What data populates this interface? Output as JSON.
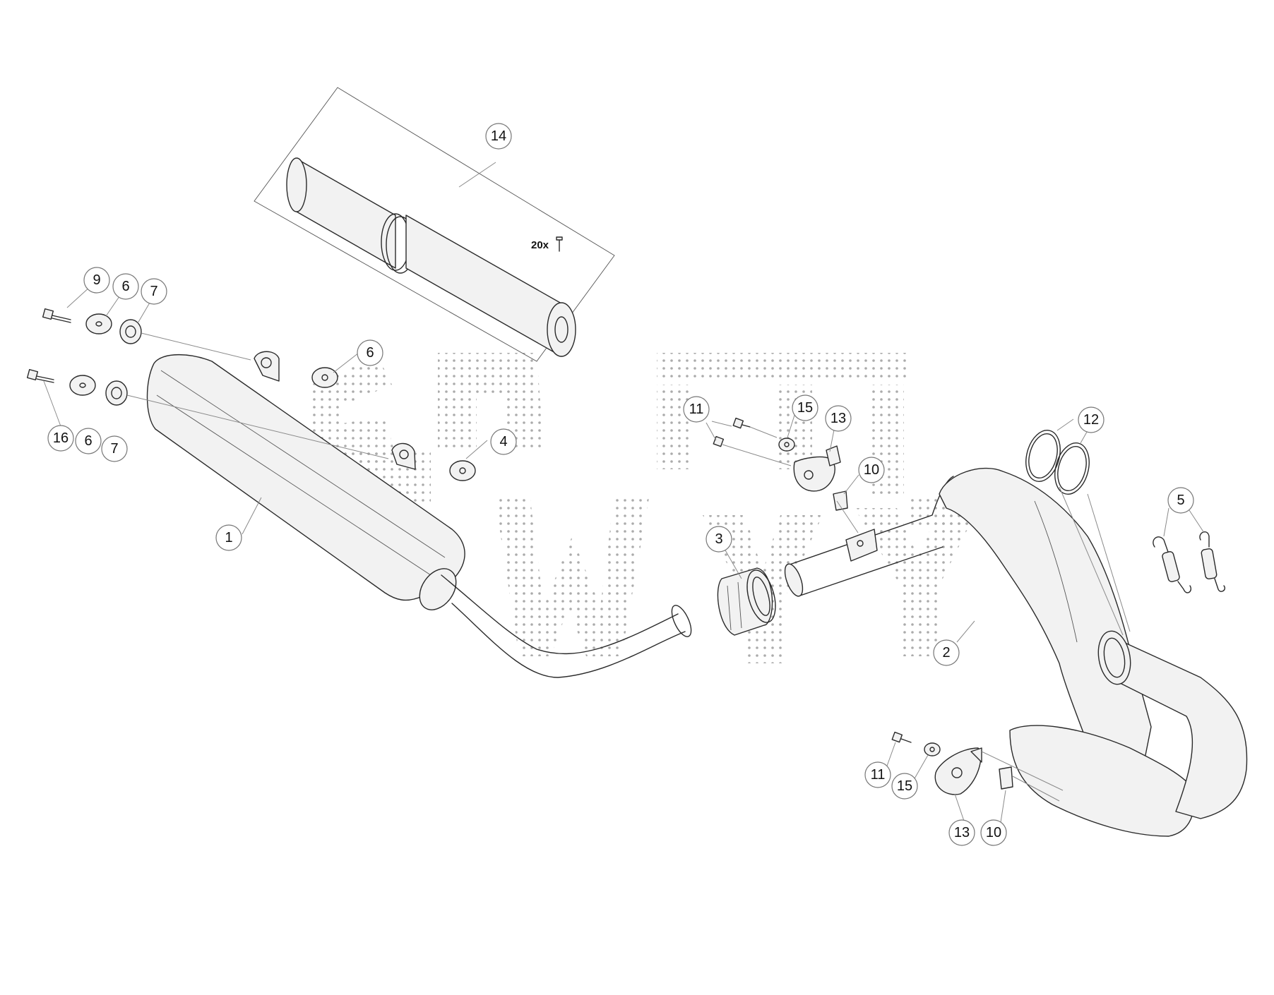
{
  "watermark": {
    "color": "#9a9a9a"
  },
  "kit_note": {
    "quantity_label": "20x",
    "icon": "rivet-icon"
  },
  "callouts": [
    {
      "id": "c1",
      "label": "1",
      "part": "silencer"
    },
    {
      "id": "c2",
      "label": "2",
      "part": "exhaust-pipe"
    },
    {
      "id": "c3",
      "label": "3",
      "part": "connector-sleeve"
    },
    {
      "id": "c4",
      "label": "4",
      "part": "washer"
    },
    {
      "id": "c5",
      "label": "5",
      "part": "tension-spring"
    },
    {
      "id": "c6a",
      "label": "6",
      "part": "washer"
    },
    {
      "id": "c6b",
      "label": "6",
      "part": "washer"
    },
    {
      "id": "c6c",
      "label": "6",
      "part": "washer"
    },
    {
      "id": "c7a",
      "label": "7",
      "part": "rubber-grommet"
    },
    {
      "id": "c7b",
      "label": "7",
      "part": "rubber-grommet"
    },
    {
      "id": "c9",
      "label": "9",
      "part": "bolt"
    },
    {
      "id": "c10a",
      "label": "10",
      "part": "speed-nut"
    },
    {
      "id": "c10b",
      "label": "10",
      "part": "speed-nut"
    },
    {
      "id": "c11a",
      "label": "11",
      "part": "bolt"
    },
    {
      "id": "c11b",
      "label": "11",
      "part": "bolt"
    },
    {
      "id": "c12",
      "label": "12",
      "part": "o-ring"
    },
    {
      "id": "c13a",
      "label": "13",
      "part": "bracket"
    },
    {
      "id": "c13b",
      "label": "13",
      "part": "bracket"
    },
    {
      "id": "c14",
      "label": "14",
      "part": "damping-insert-kit"
    },
    {
      "id": "c15a",
      "label": "15",
      "part": "washer"
    },
    {
      "id": "c15b",
      "label": "15",
      "part": "washer"
    },
    {
      "id": "c16",
      "label": "16",
      "part": "bolt"
    }
  ]
}
